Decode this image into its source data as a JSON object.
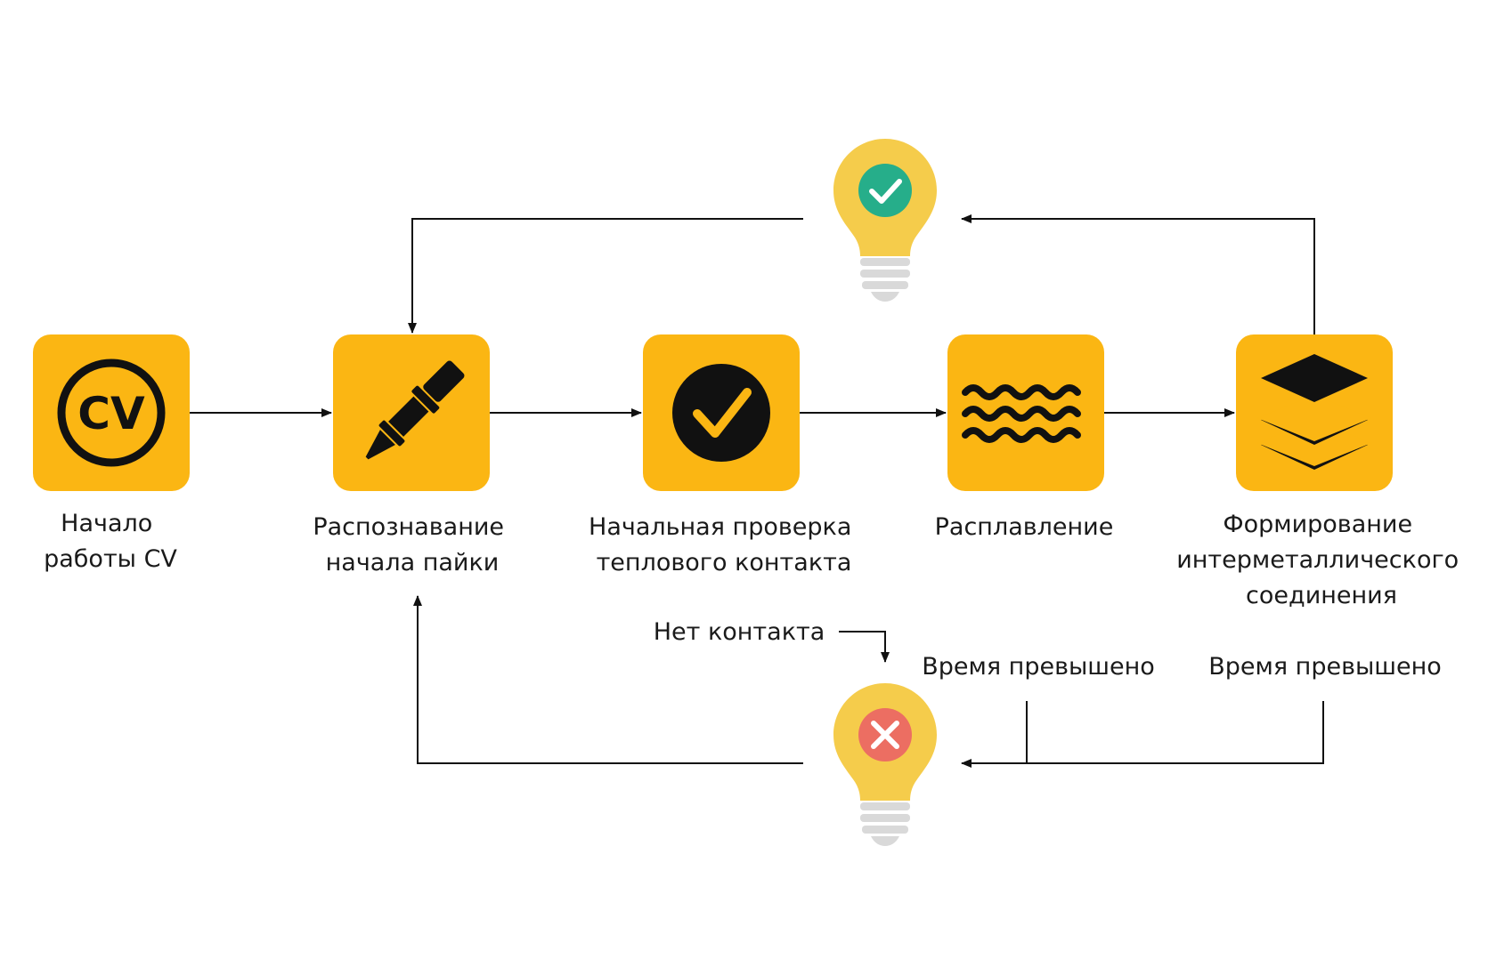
{
  "colors": {
    "box": "#fbb613",
    "icon": "#111111",
    "bulb": "#f5cc4b",
    "bulb_base": "#d9d9d9",
    "success": "#26ae8a",
    "fail": "#ec6e62"
  },
  "steps": [
    {
      "id": "cv-start",
      "icon": "cv-icon",
      "icon_text": "CV",
      "label_lines": [
        "Начало",
        "работы CV"
      ]
    },
    {
      "id": "soldering-recognition",
      "icon": "soldering-iron-icon",
      "label_lines": [
        "Распознавание",
        "начала пайки"
      ]
    },
    {
      "id": "thermal-check",
      "icon": "check-circle-icon",
      "label_lines": [
        "Начальная проверка",
        "теплового контакта"
      ]
    },
    {
      "id": "melting",
      "icon": "waves-icon",
      "label_lines": [
        "Расплавление"
      ]
    },
    {
      "id": "intermetallic",
      "icon": "layers-icon",
      "label_lines": [
        "Формирование",
        "интерметаллического",
        "соединения"
      ]
    }
  ],
  "indicators": {
    "success": {
      "icon": "lightbulb-check-icon"
    },
    "failure": {
      "icon": "lightbulb-cross-icon"
    }
  },
  "annotations": {
    "no_contact": "Нет контакта",
    "timeout_melting": "Время превышено",
    "timeout_intermetallic": "Время превышено"
  }
}
